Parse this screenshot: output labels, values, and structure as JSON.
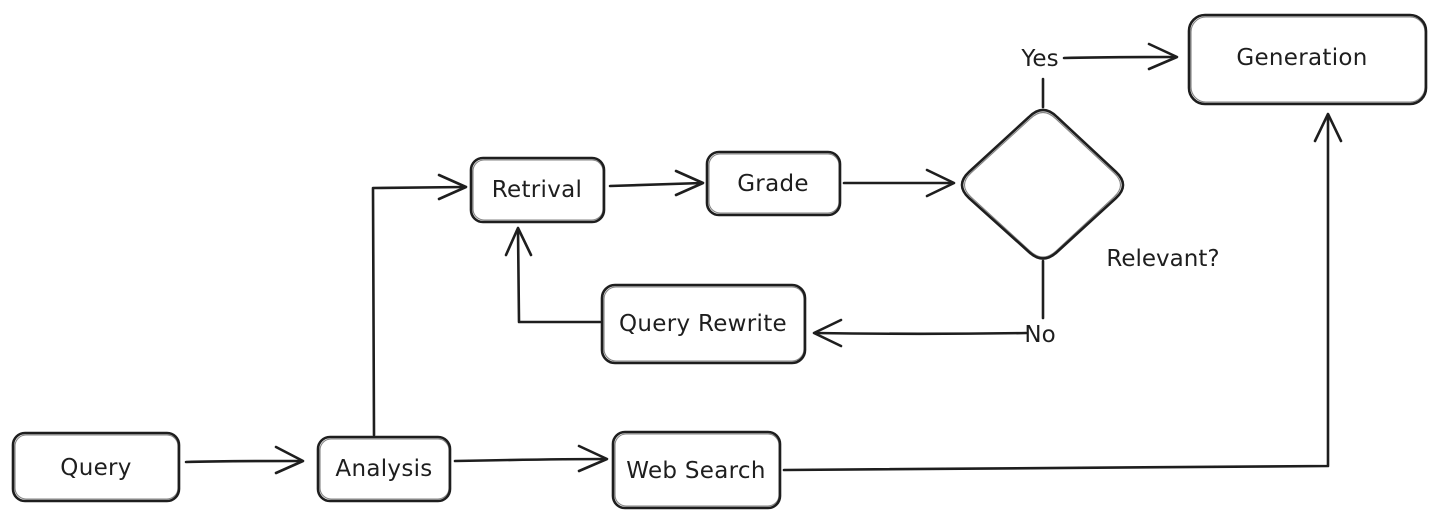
{
  "diagram": {
    "nodes": {
      "query": "Query",
      "analysis": "Analysis",
      "web_search": "Web Search",
      "retrival": "Retrival",
      "grade": "Grade",
      "query_rewrite": "Query Rewrite",
      "generation": "Generation",
      "decision": "Relevant?"
    },
    "edge_labels": {
      "yes": "Yes",
      "no": "No"
    },
    "colors": {
      "stroke": "#1e1e1e",
      "fill": "#ffffff",
      "background": "#ffffff"
    }
  }
}
